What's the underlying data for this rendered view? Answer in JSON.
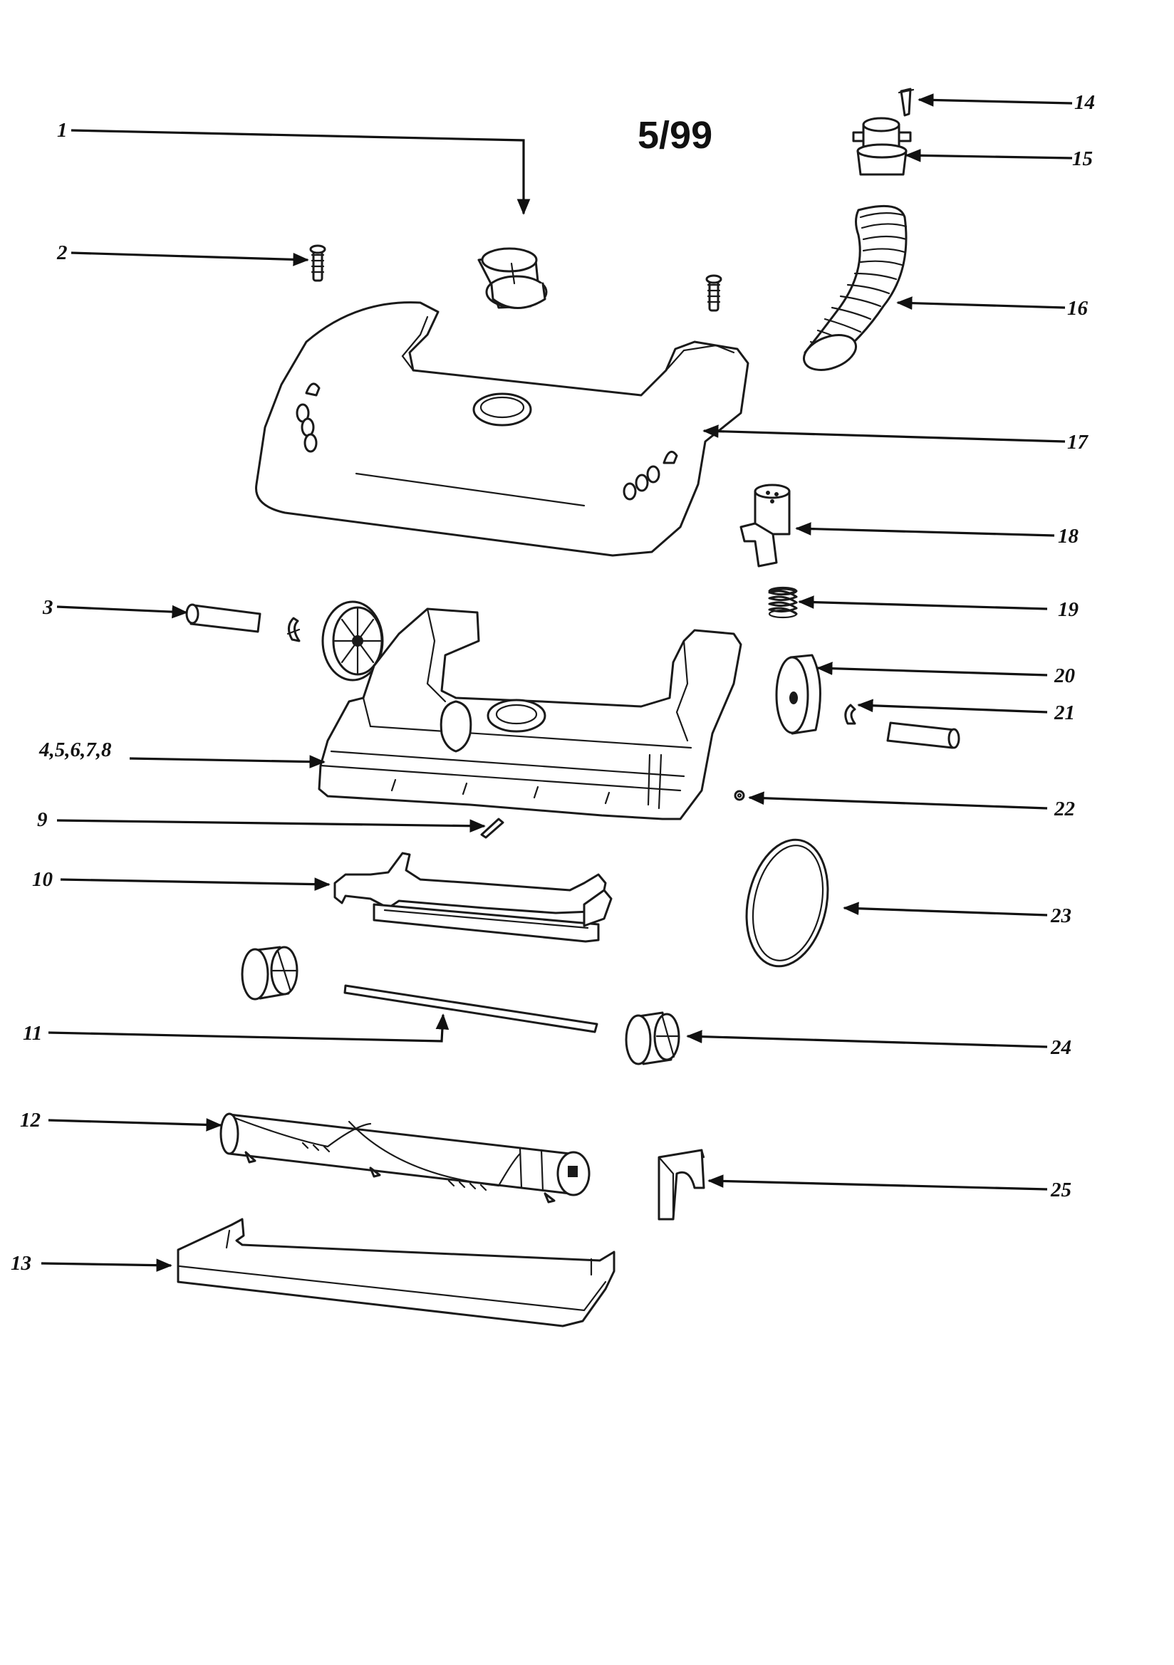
{
  "diagram": {
    "date_code": "5/99",
    "callouts": {
      "c1": "1",
      "c2": "2",
      "c3": "3",
      "c4": "4,5,6,7,8",
      "c9": "9",
      "c10": "10",
      "c11": "11",
      "c12": "12",
      "c13": "13",
      "c14": "14",
      "c15": "15",
      "c16": "16",
      "c17": "17",
      "c18": "18",
      "c19": "19",
      "c20": "20",
      "c21": "21",
      "c22": "22",
      "c23": "23",
      "c24": "24",
      "c25": "25"
    }
  }
}
